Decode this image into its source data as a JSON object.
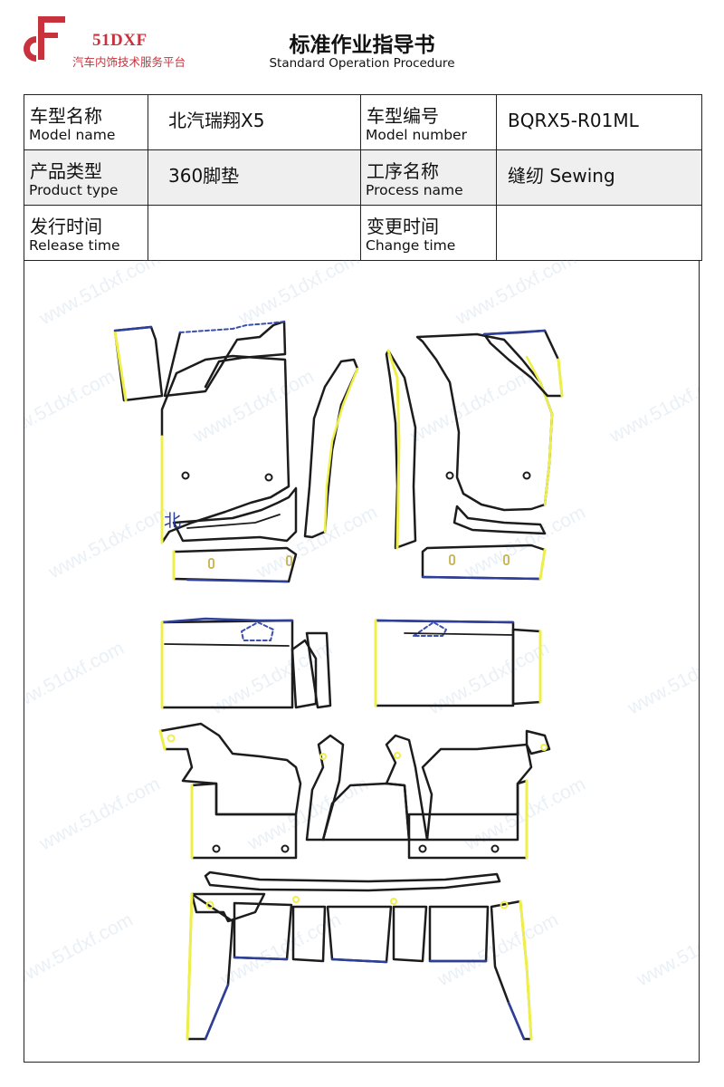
{
  "header": {
    "brand_name": "51DXF",
    "brand_tagline": "汽车内饰技术服务平台",
    "title_zh": "标准作业指导书",
    "title_en": "Standard Operation Procedure"
  },
  "info_table": {
    "rows": [
      {
        "left_label_zh": "车型名称",
        "left_label_en": "Model name",
        "left_value": "北汽瑞翔X5",
        "right_label_zh": "车型编号",
        "right_label_en": "Model number",
        "right_value": "BQRX5-R01ML"
      },
      {
        "left_label_zh": "产品类型",
        "left_label_en": "Product type",
        "left_value": "360脚垫",
        "right_label_zh": "工序名称",
        "right_label_en": "Process name",
        "right_value": "缝纫 Sewing"
      },
      {
        "left_label_zh": "发行时间",
        "left_label_en": "Release time",
        "left_value": "",
        "right_label_zh": "变更时间",
        "right_label_en": "Change time",
        "right_value": ""
      }
    ]
  },
  "drawing": {
    "annotation": "北",
    "edge_colors": {
      "outline": "#1c1c1c",
      "yellow_edge": "#efef4a",
      "blue_edge": "#2d3f9a",
      "dashed": "#3b4fb0"
    }
  },
  "watermark": {
    "text": "www.51dxf.com",
    "color": "#78a0c8"
  },
  "brand_color": "#c8323c"
}
